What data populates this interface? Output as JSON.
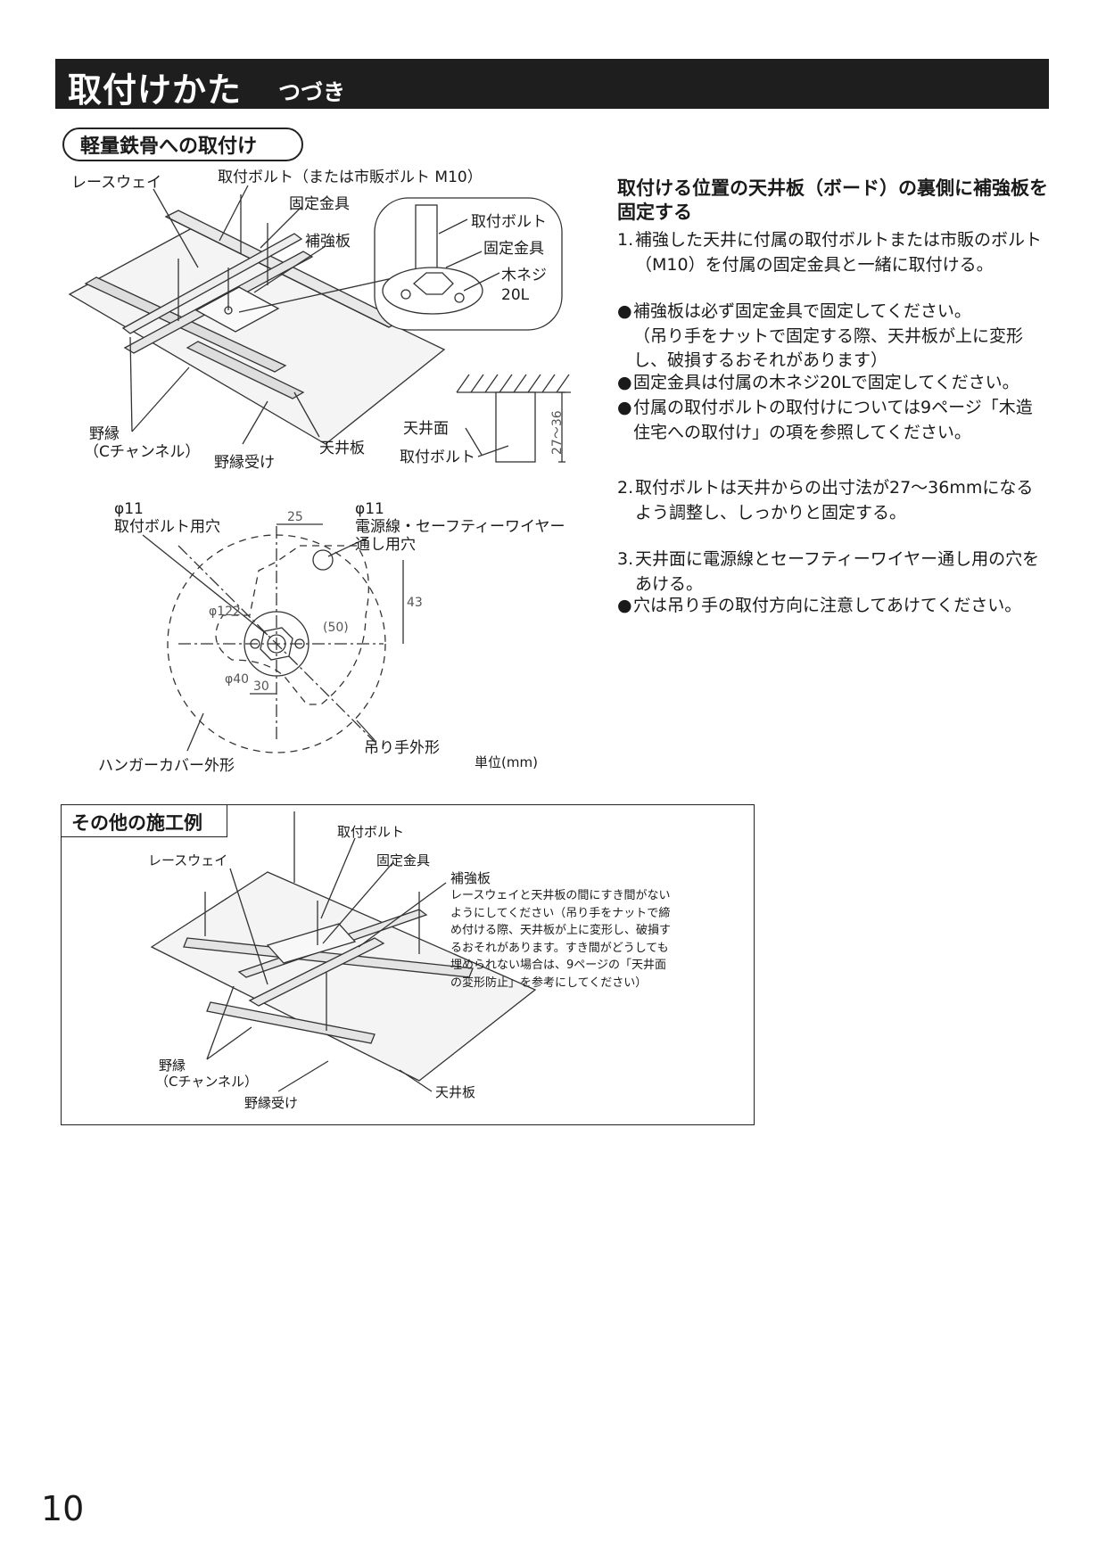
{
  "header": {
    "title": "取付けかた",
    "subtitle": "つづき"
  },
  "section1": {
    "pill": "軽量鉄骨への取付け",
    "labels": {
      "raceway": "レースウェイ",
      "bolt": "取付ボルト（または市販ボルト M10）",
      "bracket": "固定金具",
      "board": "補強板",
      "zoom_bolt": "取付ボルト",
      "zoom_bracket": "固定金具",
      "screw_line1": "木ネジ",
      "screw_line2": "20L",
      "noen_line1": "野縁",
      "noen_line2": "（Cチャンネル）",
      "noen_uke": "野縁受け",
      "ceiling": "天井板",
      "ceiling_face": "天井面",
      "side_bolt": "取付ボルト",
      "dim_27_36": "27〜36"
    },
    "plan": {
      "phi11_left": "φ11",
      "hole_left": "取付ボルト用穴",
      "phi11_right": "φ11",
      "hole_right_line1": "電源線・セーフティーワイヤー",
      "hole_right_line2": "通し用穴",
      "d25": "25",
      "d43": "43",
      "d50": "(50)",
      "d122": "φ122",
      "d40": "φ40",
      "d30": "30",
      "hanger_outline": "ハンガーカバー外形",
      "fixture_outline": "吊り手外形",
      "unit": "単位(mm)"
    }
  },
  "right": {
    "heading": "取付ける位置の天井板（ボード）の裏側に補強板を固定する",
    "step1_no": "1.",
    "step1": "補強した天井に付属の取付ボルトまたは市販のボルト（M10）を付属の固定金具と一緒に取付ける。",
    "b1": "補強板は必ず固定金具で固定してください。",
    "b1b": "（吊り手をナットで固定する際、天井板が上に変形し、破損するおそれがあります）",
    "b2": "固定金具は付属の木ネジ20Lで固定してください。",
    "b3": "付属の取付ボルトの取付けについては9ページ「木造住宅への取付け」の項を参照してください。",
    "step2_no": "2.",
    "step2": "取付ボルトは天井からの出寸法が27〜36mmになるよう調整し、しっかりと固定する。",
    "step3_no": "3.",
    "step3": "天井面に電源線とセーフティーワイヤー通し用の穴をあける。",
    "b4": "穴は吊り手の取付方向に注意してあけてください。",
    "bullet_mark": "●"
  },
  "other": {
    "title": "その他の施工例",
    "bolt": "取付ボルト",
    "raceway": "レースウェイ",
    "bracket": "固定金具",
    "board": "補強板",
    "note": "レースウェイと天井板の間にすき間がない\nようにしてください（吊り手をナットで締\nめ付ける際、天井板が上に変形し、破損す\nるおそれがあります。すき間がどうしても\n埋められない場合は、9ページの「天井面\nの変形防止」を参考にしてください）",
    "noen_line1": "野縁",
    "noen_line2": "（Cチャンネル）",
    "noen_uke": "野縁受け",
    "ceiling": "天井板"
  },
  "page_number": "10"
}
